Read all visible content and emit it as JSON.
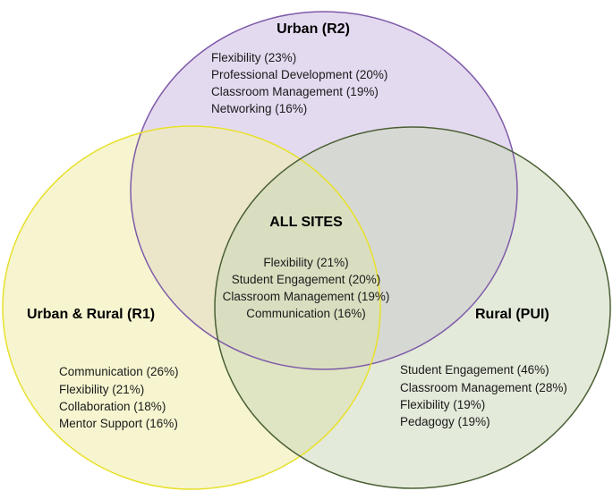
{
  "colors": {
    "urban_fill": "#e3d8ef",
    "urban_stroke": "#7e5aa8",
    "r1_fill": "#f0efb0",
    "r1_stroke": "#e8e02c",
    "rural_fill": "#c7d6b6",
    "rural_stroke": "#4a5f34"
  },
  "urban": {
    "label": "Urban (R2)",
    "items": [
      "Flexibility (23%)",
      "Professional Development (20%)",
      "Classroom Management (19%)",
      "Networking (16%)"
    ]
  },
  "urban_rural": {
    "label": "Urban & Rural (R1)",
    "items": [
      "Communication (26%)",
      "Flexibility (21%)",
      "Collaboration (18%)",
      "Mentor Support (16%)"
    ]
  },
  "rural": {
    "label": "Rural (PUI)",
    "items": [
      "Student Engagement (46%)",
      "Classroom Management (28%)",
      "Flexibility (19%)",
      "Pedagogy (19%)"
    ]
  },
  "all_sites": {
    "label": "ALL SITES",
    "items": [
      "Flexibility (21%)",
      "Student Engagement (20%)",
      "Classroom Management (19%)",
      "Communication (16%)"
    ]
  }
}
